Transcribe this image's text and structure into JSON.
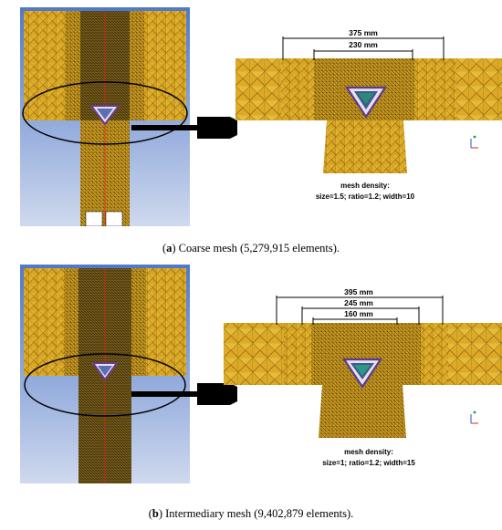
{
  "panel_a": {
    "dimensions": [
      "375 mm",
      "230 mm"
    ],
    "density_title": "mesh density:",
    "density_values": "size=1.5; ratio=1.2; width=10",
    "caption_letter": "a",
    "caption_text": "Coarse mesh (5,279,915 elements)."
  },
  "panel_b": {
    "dimensions": [
      "395 mm",
      "245 mm",
      "160 mm"
    ],
    "density_title": "mesh density:",
    "density_values": "size=1; ratio=1.2; width=15",
    "caption_letter": "b",
    "caption_text": "Intermediary mesh (9,402,879 elements)."
  },
  "colors": {
    "mesh": "#d9a521",
    "mesh_dark": "#3a2e10",
    "sky_top": "#4f78c8",
    "sky_bottom": "#cfd9ee",
    "axis_red": "#d22",
    "axis_green": "#1a9a4a",
    "axis_blue": "#2255dd"
  }
}
